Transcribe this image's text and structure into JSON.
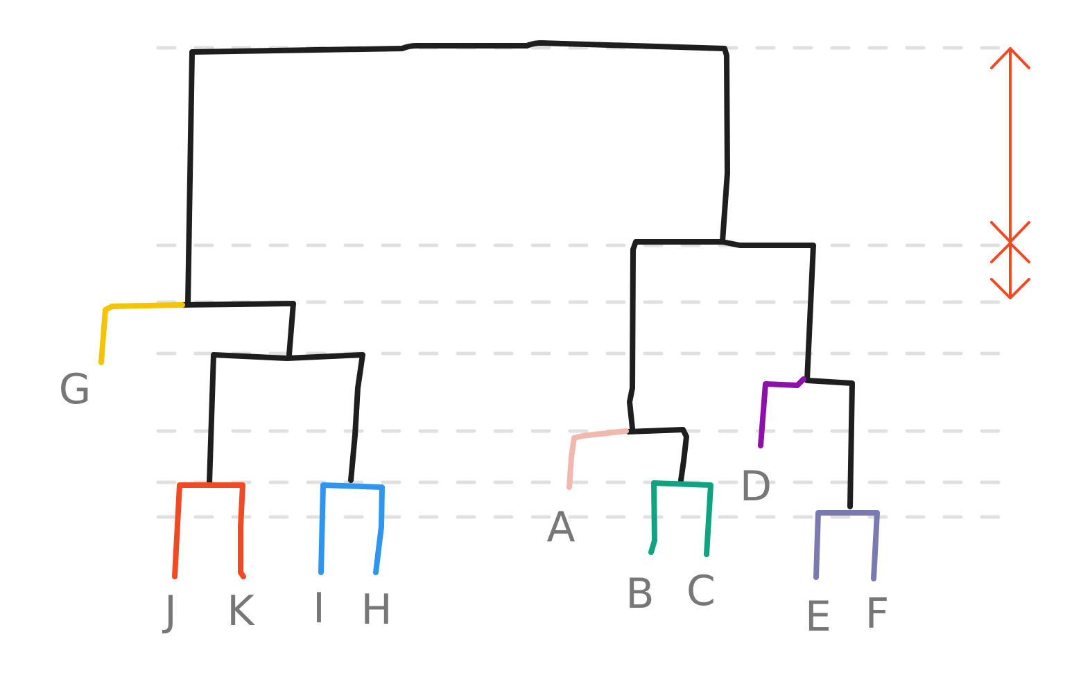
{
  "leaves": [
    {
      "label": "G",
      "color": "#f5c400"
    },
    {
      "label": "J",
      "color": "#f04a25"
    },
    {
      "label": "K",
      "color": "#f04a25"
    },
    {
      "label": "I",
      "color": "#2e96ee"
    },
    {
      "label": "H",
      "color": "#2e96ee"
    },
    {
      "label": "A",
      "color": "#f0b8ae"
    },
    {
      "label": "B",
      "color": "#10a382"
    },
    {
      "label": "C",
      "color": "#10a382"
    },
    {
      "label": "D",
      "color": "#8e10aa"
    },
    {
      "label": "E",
      "color": "#7a7ab0"
    },
    {
      "label": "F",
      "color": "#7a7ab0"
    }
  ],
  "colors": {
    "internal_branch": "#1e1e1e",
    "grid": "#e0e0e0",
    "label_text": "#777777",
    "gap_arrow": "#f04a25"
  },
  "annotation": {
    "type": "double-headed arrows marking the largest height gaps between merge levels"
  }
}
